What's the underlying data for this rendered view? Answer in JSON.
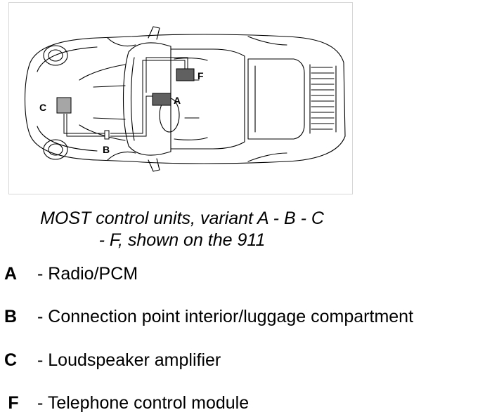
{
  "diagram": {
    "components": {
      "A": {
        "label": "A",
        "fill": "#606060"
      },
      "B": {
        "label": "B",
        "fill": "#ffffff"
      },
      "C": {
        "label": "C",
        "fill": "#a6a6a6"
      },
      "F": {
        "label": "F",
        "fill": "#606060"
      }
    }
  },
  "caption": {
    "line1": "MOST control units, variant A - B - C",
    "line2": "- F, shown on the 911"
  },
  "legend": [
    {
      "key": "A",
      "text": "- Radio/PCM"
    },
    {
      "key": "B",
      "text": "- Connection point interior/luggage compartment"
    },
    {
      "key": "C",
      "text": "- Loudspeaker amplifier"
    },
    {
      "key": "F",
      "text": "- Telephone control module"
    }
  ]
}
